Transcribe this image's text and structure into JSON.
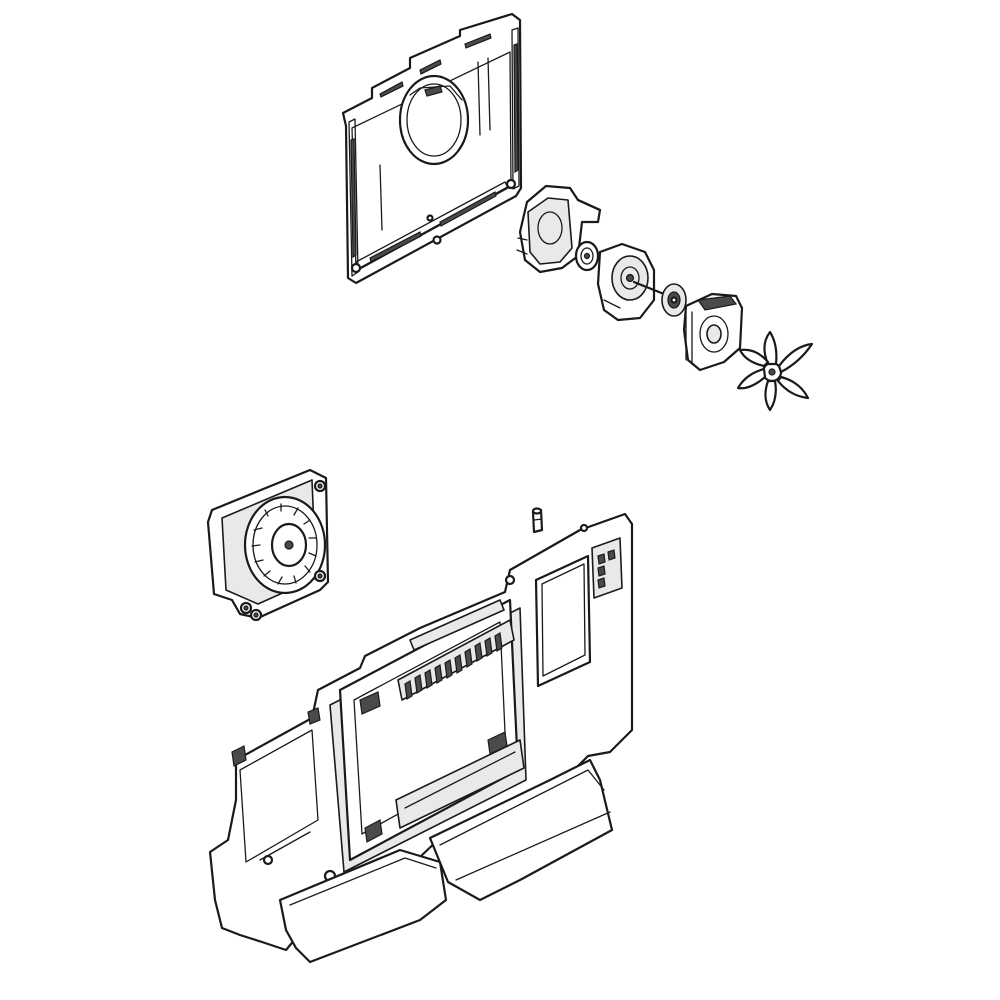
{
  "diagram": {
    "type": "exploded-parts-view",
    "parts": [
      {
        "id": "evaporator-cover-upper",
        "icon": "panel"
      },
      {
        "id": "fan-motor-bracket",
        "icon": "bracket"
      },
      {
        "id": "grommet-rear",
        "icon": "grommet"
      },
      {
        "id": "fan-motor",
        "icon": "motor"
      },
      {
        "id": "grommet-front",
        "icon": "grommet"
      },
      {
        "id": "fan-shroud",
        "icon": "shroud"
      },
      {
        "id": "fan-blade",
        "icon": "fan-blade"
      },
      {
        "id": "blower-assembly",
        "icon": "blower"
      },
      {
        "id": "pin",
        "icon": "pin"
      },
      {
        "id": "evaporator-cover-lower",
        "icon": "panel"
      }
    ]
  }
}
